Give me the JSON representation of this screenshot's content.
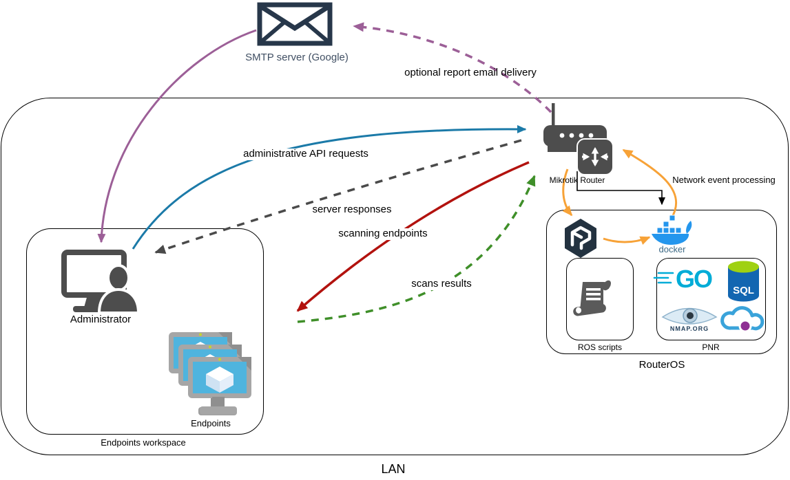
{
  "title": "LAN network scanning architecture diagram",
  "colors": {
    "purple": "#9c5f97",
    "blue": "#1b7aa8",
    "gray_dash": "#4a4a4a",
    "red": "#b2120e",
    "green": "#3f8f29",
    "orange": "#f7a237",
    "black": "#000000",
    "navy": "#27374a",
    "smtp_text": "#404f63",
    "icon_gray": "#4d4d4d",
    "screen_cyan": "#4fb4de",
    "frame_gray": "#a6a6a6",
    "go_cyan": "#00acd7",
    "docker_blue": "#2496ed",
    "sql_blue": "#1266b1",
    "sql_green": "#9fd112",
    "cloud_blue": "#3aa3da",
    "cloud_purple": "#8e2f93"
  },
  "nodes": {
    "smtp": {
      "label": "SMTP server (Google)"
    },
    "mikrotik_router": {
      "label": "Mikrotik Router"
    },
    "administrator": {
      "label": "Administrator"
    },
    "endpoints": {
      "label": "Endpoints"
    },
    "endpoints_workspace": {
      "label": "Endpoints workspace"
    },
    "routeros": {
      "label": "RouterOS"
    },
    "ros_scripts": {
      "label": "ROS scripts"
    },
    "pnr": {
      "label": "PNR"
    },
    "lan": {
      "label": "LAN"
    },
    "docker": {
      "label": "docker"
    },
    "go": {
      "label": "GO"
    },
    "sql": {
      "label": "SQL"
    },
    "nmap": {
      "label": "NMAP.ORG"
    }
  },
  "edges": {
    "smtp_to_admin": {
      "from": "SMTP server (Google)",
      "to": "Administrator",
      "style": "solid",
      "color": "#9c5f97",
      "label": ""
    },
    "email_delivery": {
      "from": "Mikrotik Router",
      "to": "SMTP server (Google)",
      "style": "dashed",
      "color": "#9c5f97",
      "label": "optional report email delivery"
    },
    "api_requests": {
      "from": "Administrator",
      "to": "Mikrotik Router",
      "style": "solid",
      "color": "#1b7aa8",
      "label": "administrative API requests"
    },
    "server_responses": {
      "from": "Mikrotik Router",
      "to": "Administrator",
      "style": "dashed",
      "color": "#4a4a4a",
      "label": "server responses"
    },
    "scanning_endpoints": {
      "from": "Mikrotik Router",
      "to": "Endpoints workspace",
      "style": "solid",
      "color": "#b2120e",
      "label": "scanning endpoints"
    },
    "scans_results": {
      "from": "Endpoints workspace",
      "to": "Mikrotik Router",
      "style": "dashed",
      "color": "#3f8f29",
      "label": "scans results"
    },
    "network_event_processing": {
      "from": "Mikrotik Router",
      "to": "RouterOS",
      "style": "solid",
      "color": "#000000",
      "label": "Network event processing"
    },
    "router_to_container": {
      "from": "Mikrotik Router",
      "to": "container",
      "style": "solid",
      "color": "#f7a237",
      "label": ""
    },
    "container_to_docker": {
      "from": "container",
      "to": "docker",
      "style": "solid",
      "color": "#f7a237",
      "label": ""
    },
    "docker_to_router": {
      "from": "docker",
      "to": "Mikrotik Router",
      "style": "solid",
      "color": "#f7a237",
      "label": ""
    }
  }
}
